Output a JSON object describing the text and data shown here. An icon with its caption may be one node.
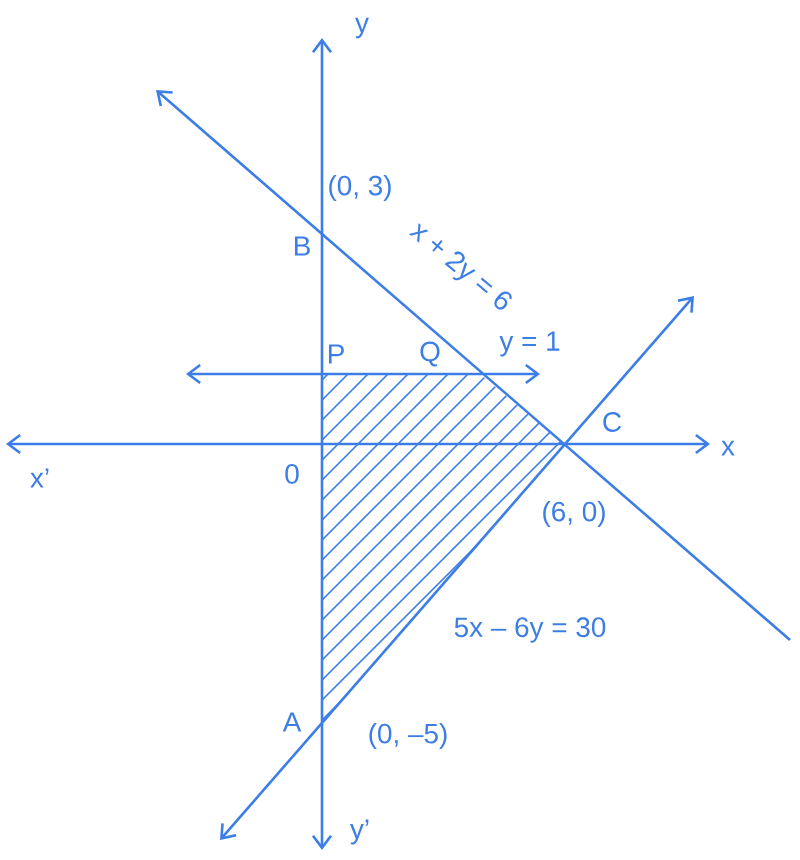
{
  "diagram": {
    "labels": [
      "y",
      "(0, 3)",
      "x + 2y = 6",
      "B",
      "P",
      "Q",
      "y = 1",
      "C",
      "x",
      "x’",
      "0",
      "(6, 0)",
      "5x – 6y = 30",
      "A",
      "(0, –5)",
      "y’"
    ]
  }
}
